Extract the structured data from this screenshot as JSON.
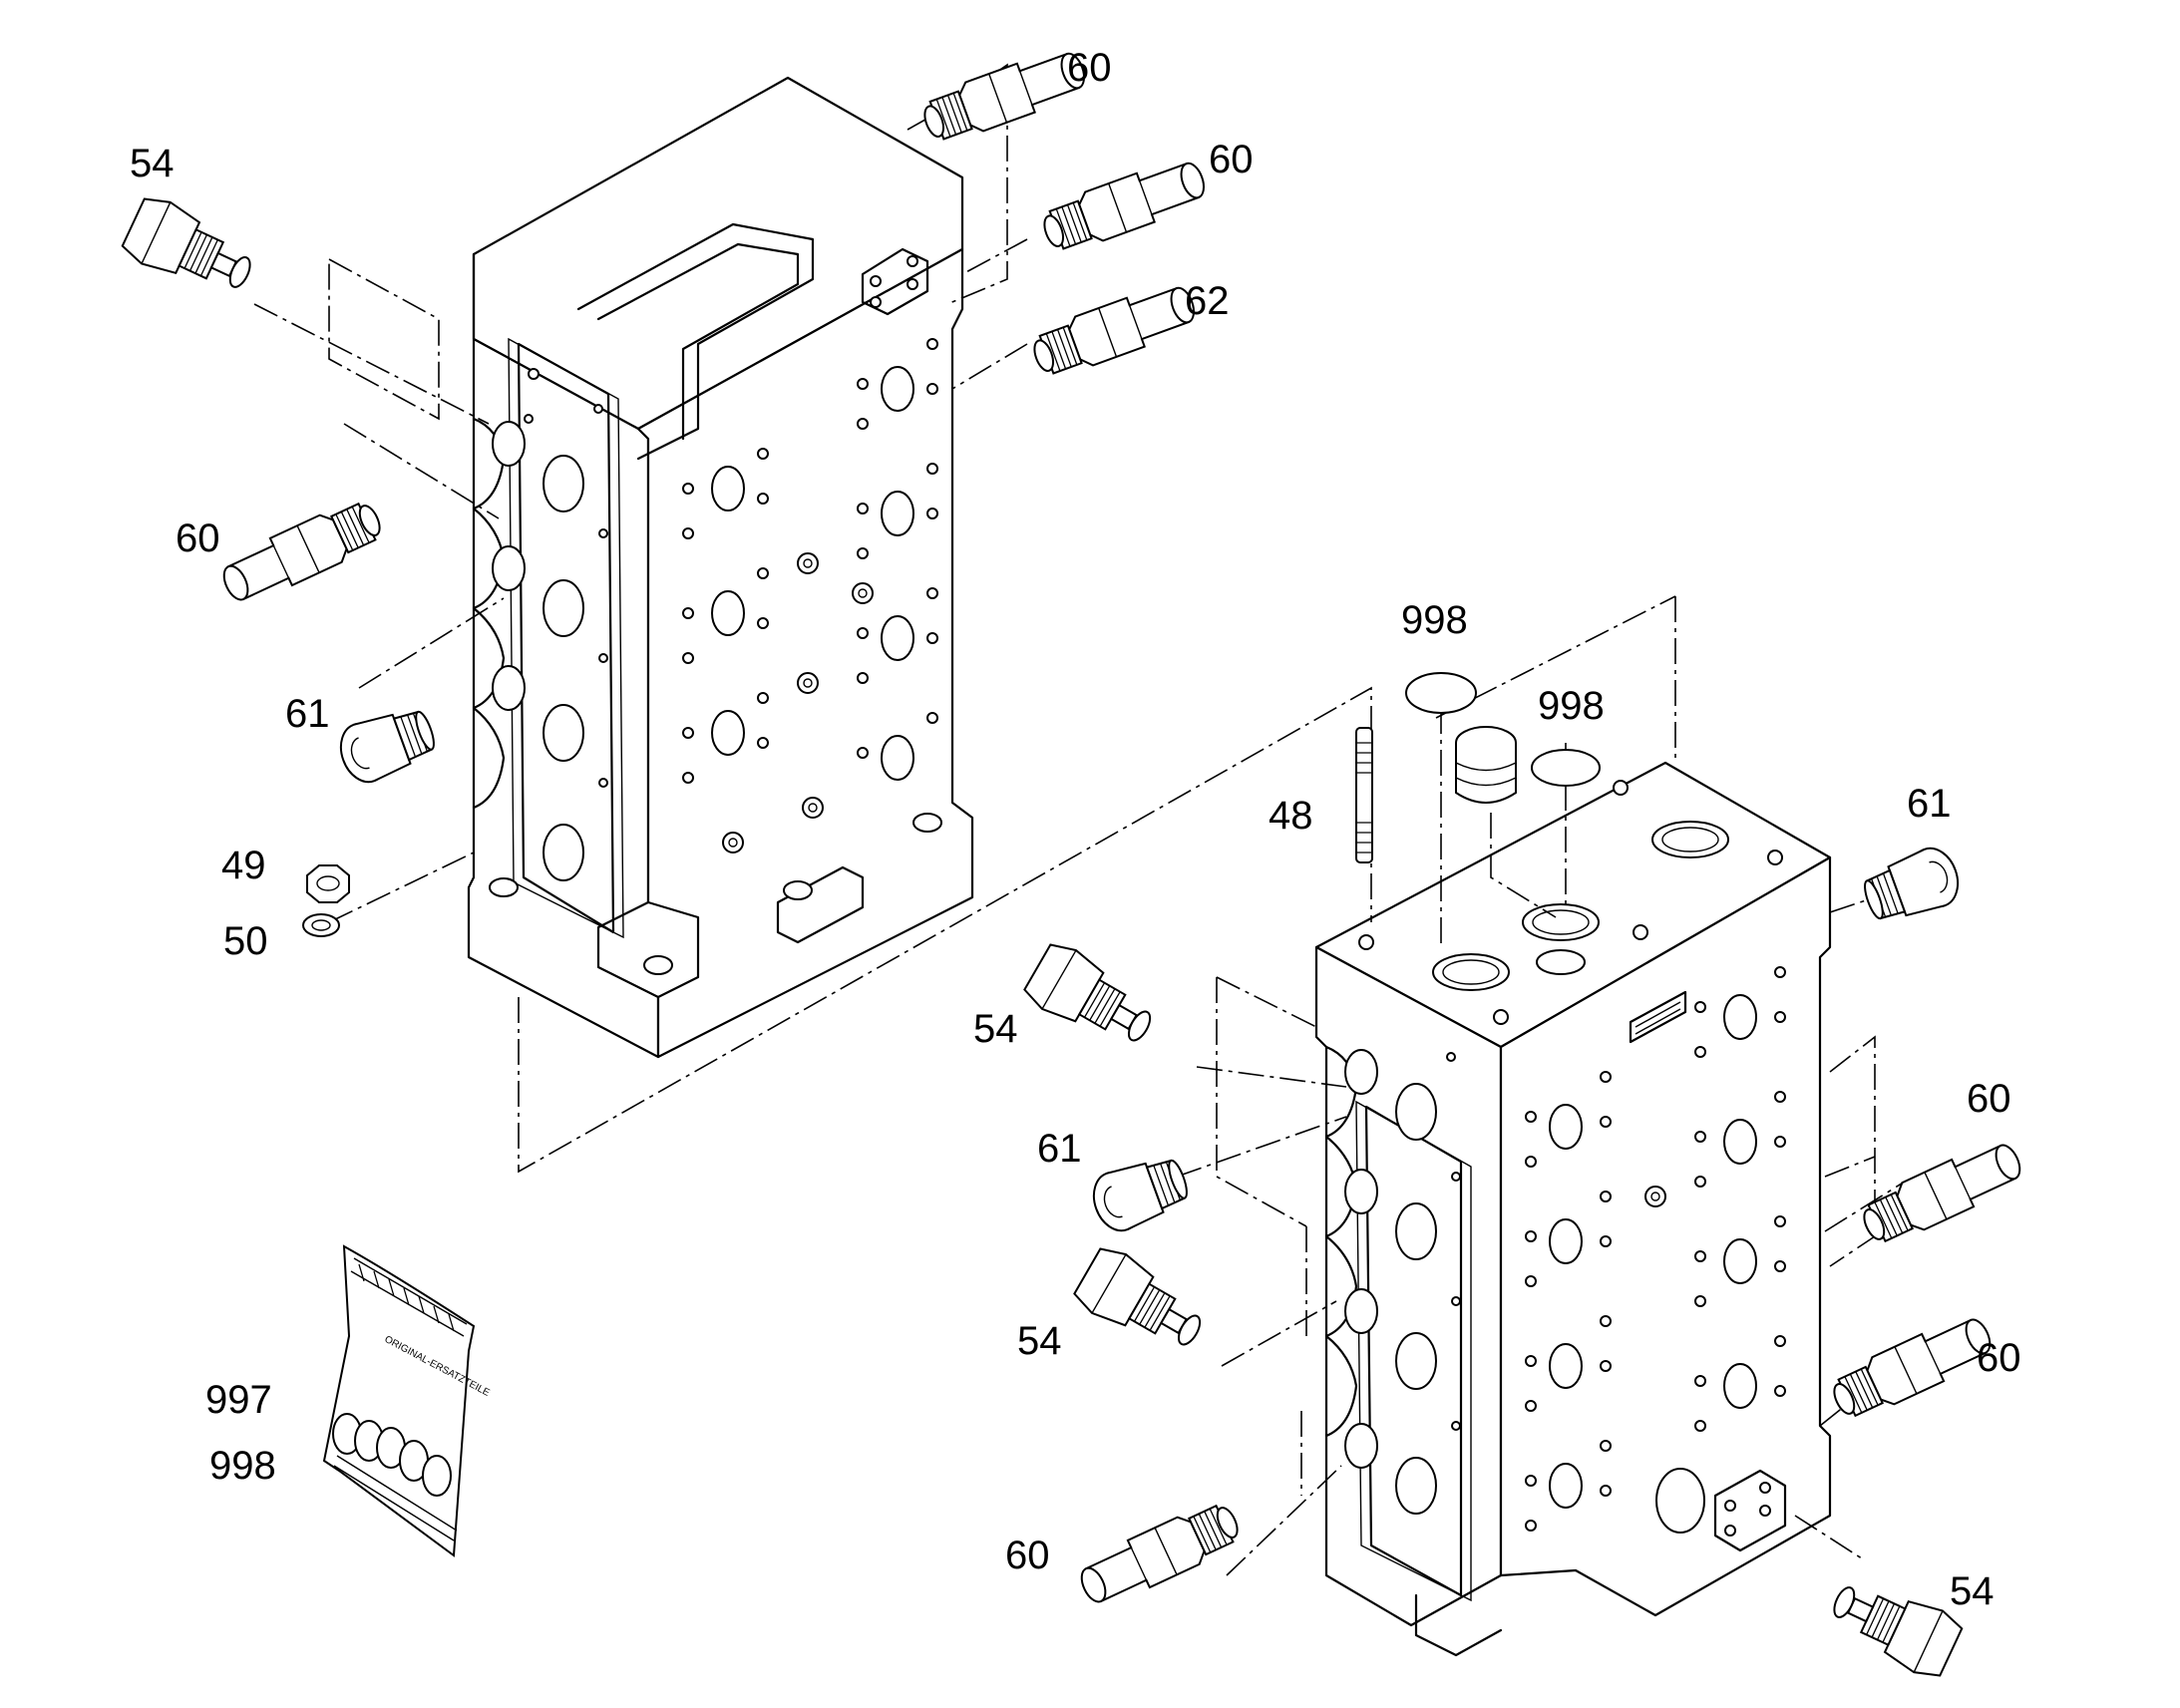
{
  "callouts": {
    "upper_top_right_1": "60",
    "upper_top_right_2": "60",
    "upper_right_3": "62",
    "upper_left_plug": "54",
    "upper_left_valve": "60",
    "upper_left_cap": "61",
    "upper_nut": "49",
    "upper_washer": "50",
    "oring_top": "998",
    "oring_second": "998",
    "stud": "48",
    "lower_right_cap": "61",
    "lower_left_plug_1": "54",
    "lower_left_cap": "61",
    "lower_right_valve_1": "60",
    "lower_left_plug_2": "54",
    "lower_right_valve_2": "60",
    "lower_left_valve": "60",
    "lower_right_plug": "54",
    "kit_bag": "997",
    "kit_orings": "998"
  },
  "bag_label": "ORIGINAL-ERSATZTEILE"
}
